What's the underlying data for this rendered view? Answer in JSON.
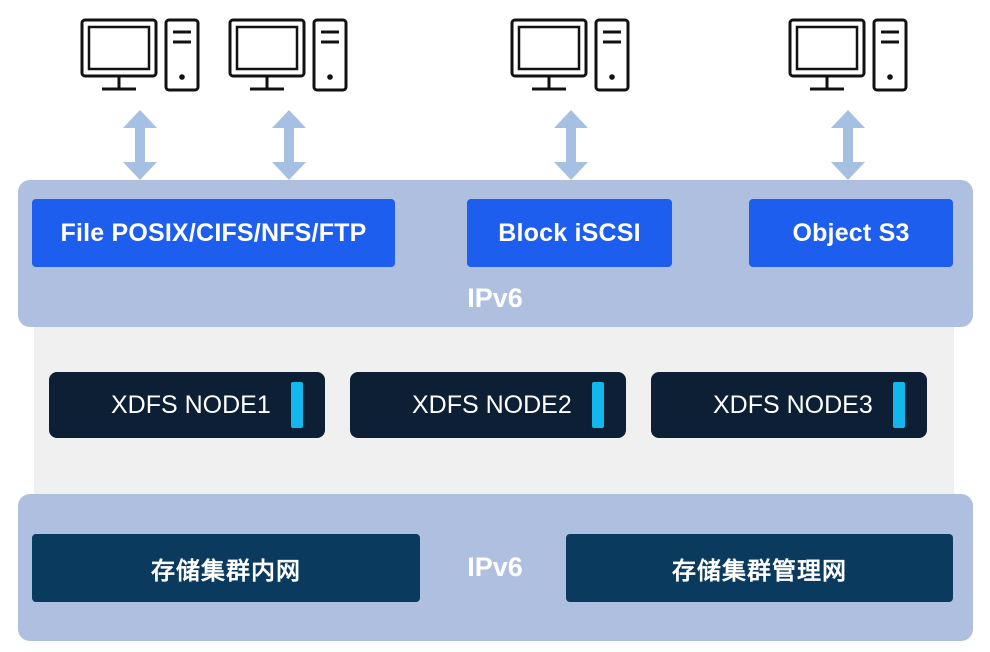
{
  "protocols": {
    "file": "File POSIX/CIFS/NFS/FTP",
    "block": "Block iSCSI",
    "object": "Object S3"
  },
  "top_network_label": "IPv6",
  "nodes": [
    "XDFS NODE1",
    "XDFS NODE2",
    "XDFS NODE3"
  ],
  "bottom_network": {
    "internal_label": "存储集群内网",
    "center_label": "IPv6",
    "management_label": "存储集群管理网"
  },
  "colors": {
    "panel": "#aebfdf",
    "protocol_button": "#1e5eef",
    "node_box": "#0c1f35",
    "node_indicator": "#12b7ee",
    "network_box": "#0b3a5f",
    "arrow": "#a6c0e3"
  },
  "icons": [
    "computer-icon",
    "double-arrow-icon"
  ]
}
